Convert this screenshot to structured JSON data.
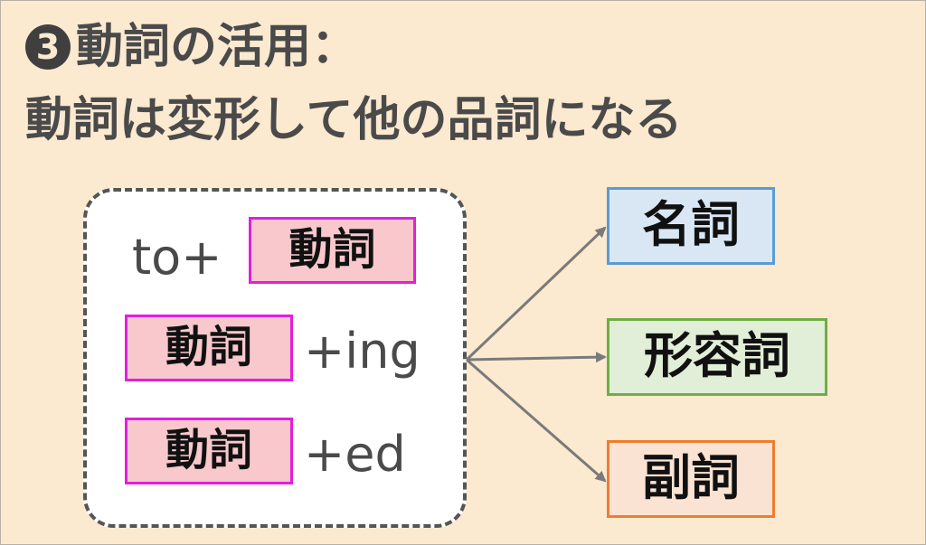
{
  "title": {
    "badge": "3",
    "line1": "動詞の活用：",
    "line2": "動詞は変形して他の品詞になる"
  },
  "forms": {
    "to_prefix": "to+",
    "verb": "動詞",
    "ing_suffix": "+ing",
    "ed_suffix": "+ed"
  },
  "targets": {
    "noun": "名詞",
    "adjective": "形容詞",
    "adverb": "副詞"
  },
  "colors": {
    "background": "#fbe9d0",
    "verb_fill": "#f8c8cc",
    "verb_border": "#e31fd9",
    "noun_border": "#5b9bd5",
    "adjective_border": "#70ad47",
    "adverb_border": "#ed7d31"
  }
}
